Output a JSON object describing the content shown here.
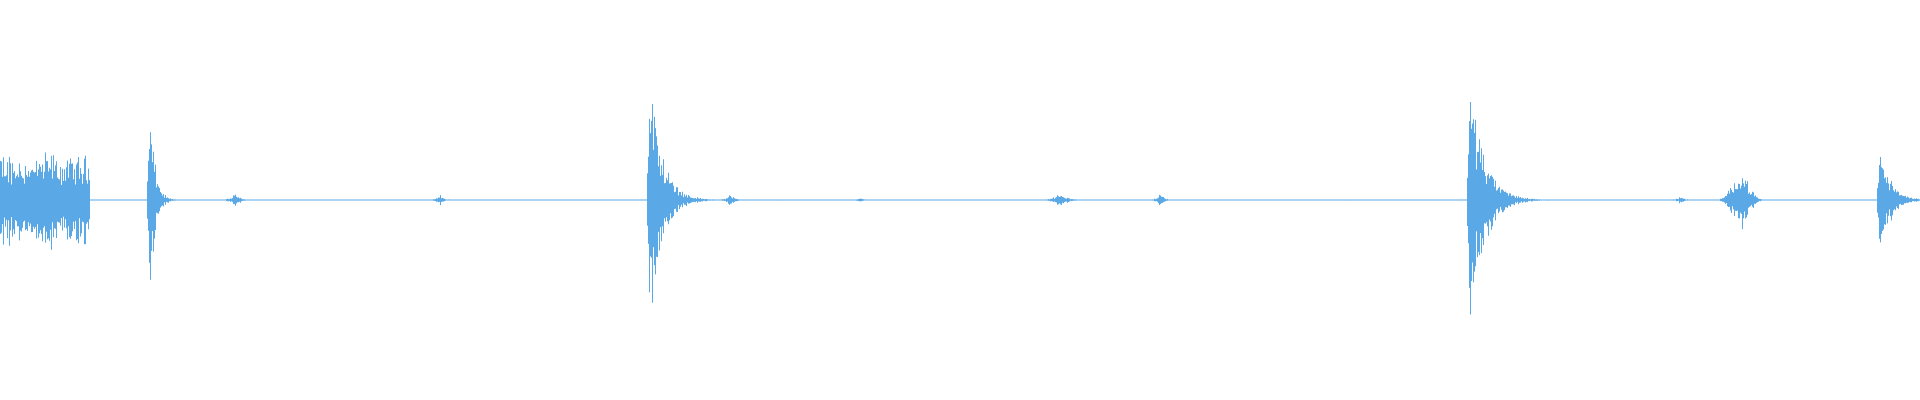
{
  "waveform": {
    "color": "#5aa9e6",
    "background": "#ffffff",
    "bursts": [
      {
        "center_s": 0.5,
        "peak": 0.38,
        "decay": 0.09,
        "kind": "noise-cluster"
      },
      {
        "center_s": 1.5,
        "peak": 0.74,
        "decay": 0.05,
        "kind": "transient"
      },
      {
        "center_s": 2.35,
        "peak": 0.06,
        "decay": 0.06,
        "kind": "minor"
      },
      {
        "center_s": 4.4,
        "peak": 0.04,
        "decay": 0.05,
        "kind": "minor"
      },
      {
        "center_s": 6.5,
        "peak": 1.0,
        "decay": 0.12,
        "kind": "transient"
      },
      {
        "center_s": 7.3,
        "peak": 0.05,
        "decay": 0.05,
        "kind": "minor"
      },
      {
        "center_s": 8.6,
        "peak": 0.02,
        "decay": 0.05,
        "kind": "minor"
      },
      {
        "center_s": 10.6,
        "peak": 0.06,
        "decay": 0.08,
        "kind": "minor"
      },
      {
        "center_s": 11.6,
        "peak": 0.05,
        "decay": 0.05,
        "kind": "minor"
      },
      {
        "center_s": 14.7,
        "peak": 1.0,
        "decay": 0.14,
        "kind": "transient"
      },
      {
        "center_s": 16.8,
        "peak": 0.03,
        "decay": 0.05,
        "kind": "minor"
      },
      {
        "center_s": 17.4,
        "peak": 0.22,
        "decay": 0.08,
        "kind": "noise-cluster"
      },
      {
        "center_s": 18.8,
        "peak": 0.45,
        "decay": 0.1,
        "kind": "transient"
      }
    ],
    "duration_s": 19.2
  }
}
